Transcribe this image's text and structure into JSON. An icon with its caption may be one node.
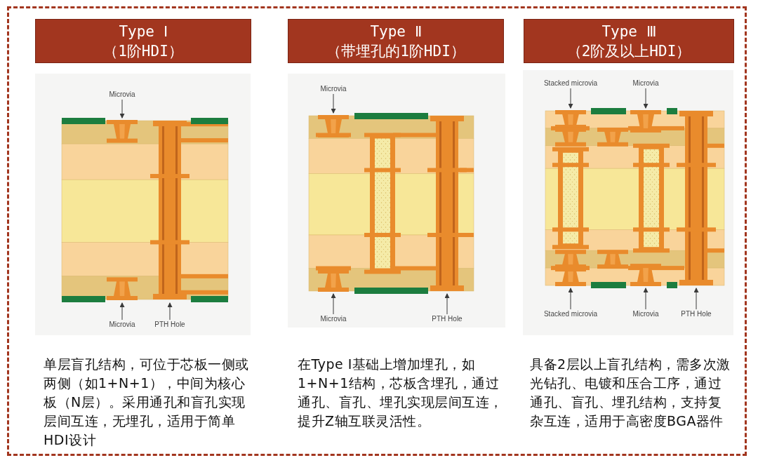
{
  "diagram": {
    "nodes": [
      {
        "text": [
          "Type Ⅰ",
          "（1阶HDI）"
        ]
      },
      {
        "text": [
          "Type Ⅱ",
          "（带埋孔的1阶HDI）"
        ]
      },
      {
        "text": [
          "Type Ⅲ",
          "（2阶及以上HDI）"
        ]
      },
      {
        "text": [
          "Microvia"
        ]
      },
      {
        "text": [
          "Microvia"
        ]
      },
      {
        "text": [
          "PTH Hole"
        ]
      },
      {
        "text": [
          "Microvia"
        ]
      },
      {
        "text": [
          "Microvia"
        ]
      },
      {
        "text": [
          "PTH Hole"
        ]
      },
      {
        "text": [
          "Stacked microvia"
        ]
      },
      {
        "text": [
          "Microvia"
        ]
      },
      {
        "text": [
          "Stacked microvia"
        ]
      },
      {
        "text": [
          "Microvia"
        ]
      },
      {
        "text": [
          "PTH Hole"
        ]
      },
      {
        "text": [],
        "shape": "picture"
      },
      {
        "text": [],
        "shape": "picture"
      },
      {
        "text": [],
        "shape": "picture"
      }
    ],
    "edges": [
      {
        "from": 3,
        "to": 14,
        "arrow": "to"
      },
      {
        "from": 4,
        "to": 14,
        "arrow": "to"
      },
      {
        "from": 5,
        "to": 14,
        "arrow": "to"
      },
      {
        "from": 6,
        "to": 15,
        "arrow": "to"
      },
      {
        "from": 7,
        "to": 15,
        "arrow": "to"
      },
      {
        "from": 8,
        "to": 15,
        "arrow": "to"
      },
      {
        "from": 9,
        "to": 16,
        "arrow": "to"
      },
      {
        "from": 10,
        "to": 16,
        "arrow": "to"
      },
      {
        "from": 11,
        "to": 16,
        "arrow": "to"
      },
      {
        "from": 12,
        "to": 16,
        "arrow": "to"
      },
      {
        "from": 13,
        "to": 16,
        "arrow": "to"
      }
    ],
    "labels": [
      "单层盲孔结构，可位于芯板一侧或两侧（如1+N+1），中间为核心板（N层）。采用通孔和盲孔实现层间互连，无埋孔，适用于简单HDI设计",
      "在Type Ⅰ基础上增加埋孔，如1+N+1结构，芯板含埋孔，通过通孔、盲孔、埋孔实现层间互连，提升Z轴互联灵活性。",
      "具备2层以上盲孔结构，需多次激光钻孔、电镀和压合工序，通过通孔、盲孔、埋孔结构，支持复杂互连，适用于高密度BGA器件"
    ]
  }
}
